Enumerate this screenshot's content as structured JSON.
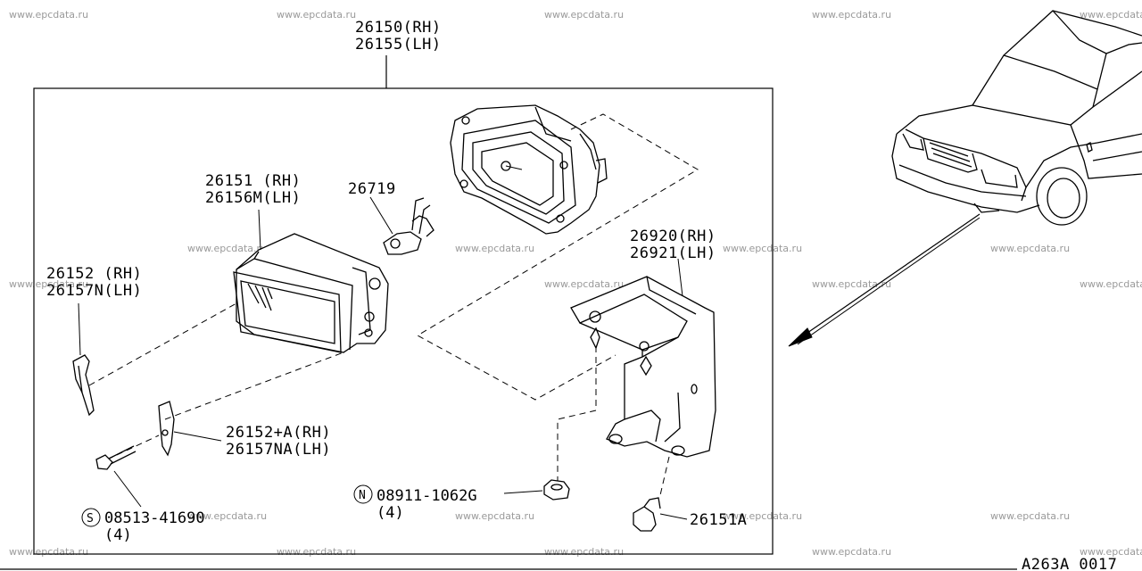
{
  "watermark": "www.epcdata.ru",
  "drawing_code": "A263A 0017",
  "labels": {
    "assembly_rh": "26150(RH)",
    "assembly_lh": "26155(LH)",
    "lamp_rh": "26151 (RH)",
    "lamp_lh": "26156M(LH)",
    "bulb": "26719",
    "lens_trim_rh": "26152 (RH)",
    "lens_trim_lh": "26157N(LH)",
    "trim_a_rh": "26152+A(RH)",
    "trim_a_lh": "26157NA(LH)",
    "bracket_rh": "26920(RH)",
    "bracket_lh": "26921(LH)",
    "screw_code": "08513-41690",
    "screw_qty": "(4)",
    "screw_symbol": "S",
    "nut_code": "08911-1062G",
    "nut_qty": "(4)",
    "nut_symbol": "N",
    "clip": "26151A"
  }
}
